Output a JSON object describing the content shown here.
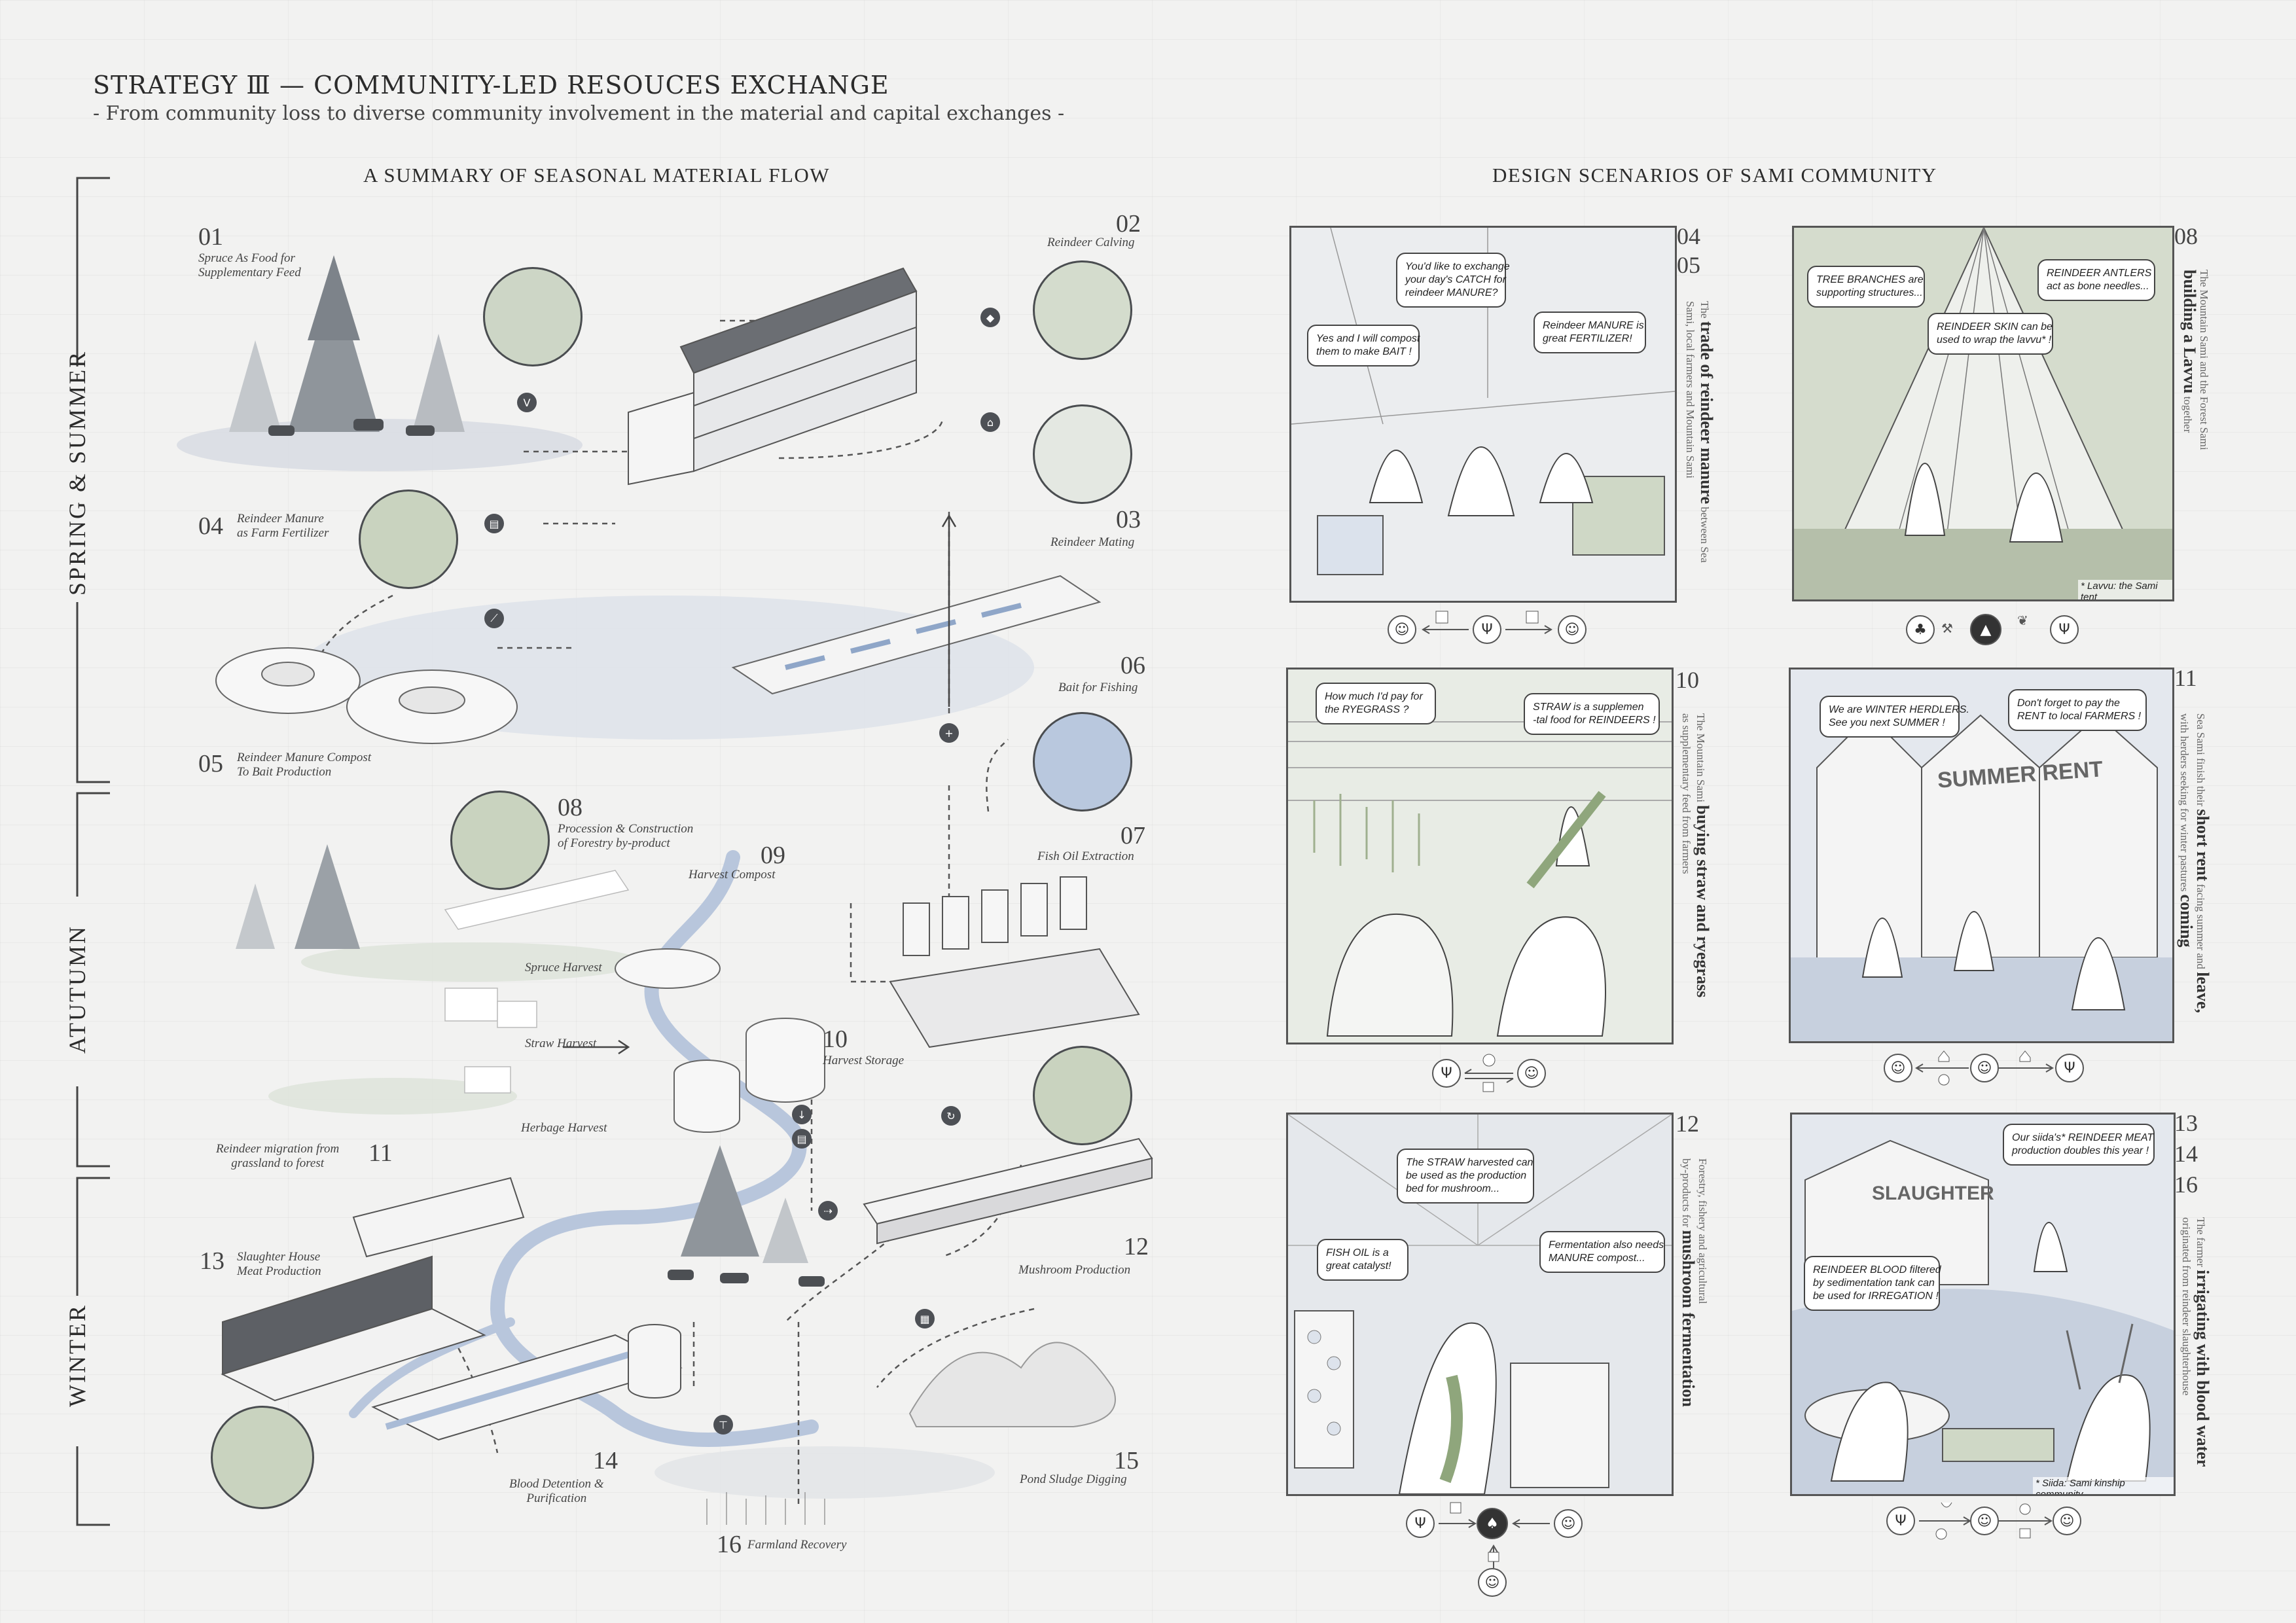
{
  "header": {
    "title": "STRATEGY Ⅲ — COMMUNITY-LED RESOUCES EXCHANGE",
    "subtitle": "- From community loss to diverse community involvement in the material and capital exchanges -"
  },
  "left": {
    "heading": "A SUMMARY OF SEASONAL MATERIAL FLOW",
    "seasons": [
      "SPRING & SUMMER",
      "ATUTUMN",
      "WINTER"
    ],
    "steps": [
      {
        "num": "01",
        "label": "Spruce As Food for\nSupplementary Feed"
      },
      {
        "num": "02",
        "label": "Reindeer Calving"
      },
      {
        "num": "03",
        "label": "Reindeer Mating"
      },
      {
        "num": "04",
        "label": "Reindeer Manure\nas Farm Fertilizer"
      },
      {
        "num": "05",
        "label": "Reindeer Manure Compost\nTo Bait Production"
      },
      {
        "num": "06",
        "label": "Bait for Fishing"
      },
      {
        "num": "07",
        "label": "Fish Oil Extraction"
      },
      {
        "num": "08",
        "label": "Procession & Construction\nof Forestry by-product"
      },
      {
        "num": "09",
        "label": "Harvest Compost"
      },
      {
        "num": "10",
        "label": "Harvest Storage"
      },
      {
        "num": "11",
        "label": "Reindeer migration from\ngrassland to forest"
      },
      {
        "num": "12",
        "label": "Mushroom Production"
      },
      {
        "num": "13",
        "label": "Slaughter House\nMeat Production"
      },
      {
        "num": "14",
        "label": "Blood Detention &\nPurification"
      },
      {
        "num": "15",
        "label": "Pond Sludge Digging"
      },
      {
        "num": "16",
        "label": "Farmland Recovery"
      }
    ],
    "harvest_labels": [
      "Spruce Harvest",
      "Straw Harvest",
      "Herbage Harvest"
    ]
  },
  "right": {
    "heading": "DESIGN SCENARIOS OF SAMI COMMUNITY",
    "panels": [
      {
        "nums": [
          "04",
          "05"
        ],
        "side_lead": "The",
        "side_bold": "trade of reindeer manure",
        "side_rest": "between Sea",
        "side_line2": "Sami, local farmers and Mountain Sami",
        "bubbles": [
          "You'd like to exchange\nyour day's CATCH for\nreindeer MANURE?",
          "Yes and I will compost\nthem to make BAIT !",
          "Reindeer MANURE is\ngreat FERTILIZER!"
        ]
      },
      {
        "nums": [
          "08"
        ],
        "side_lead": "The Mountain Sami and the Forest Sami",
        "side_bold": "building a Lavvu",
        "side_rest": "together",
        "side_line2": "",
        "bubbles": [
          "TREE BRANCHES are\nsupporting structures...",
          "REINDEER ANTLERS\nact as bone needles...",
          "REINDEER SKIN can be\nused to wrap the lavvu* !"
        ],
        "caption": "* Lavvu: the Sami tent"
      },
      {
        "nums": [
          "10"
        ],
        "side_lead": "The Mountain Sami",
        "side_bold": "buying straw and ryegrass",
        "side_rest": "",
        "side_line2": "as supplementary feed from farmers",
        "bubbles": [
          "How much I'd pay for\nthe RYEGRASS ?",
          "STRAW is a supplemen\n-tal food for REINDEERS !"
        ]
      },
      {
        "nums": [
          "11"
        ],
        "side_lead": "Sea Sami finish their",
        "side_bold": "short rent",
        "side_rest": "facing summer and",
        "side_bold2": "leave,",
        "side_line2": "with herders seeking for winter pastures",
        "side_bold3": "coming",
        "bubbles": [
          "We are WINTER HERDLERS.\nSee you next SUMMER !",
          "Don't forget to pay the\nRENT to local FARMERS !"
        ],
        "sign": "SUMMER RENT"
      },
      {
        "nums": [
          "12"
        ],
        "side_lead": "Forestry, fishery and agricultural",
        "side_bold": "mushroom fermentation",
        "side_rest": "",
        "side_line2": "by-products for",
        "bubbles": [
          "The STRAW harvested can\nbe used as the production\nbed for mushroom...",
          "FISH OIL is a\ngreat catalyst!",
          "Fermentation also needs\nMANURE compost..."
        ]
      },
      {
        "nums": [
          "13",
          "14",
          "16"
        ],
        "side_lead": "The farmer",
        "side_bold": "irrigating with blood water",
        "side_rest": "",
        "side_line2": "originated from reindeer slaughterhouse",
        "bubbles": [
          "Our siida's* REINDEER MEAT\nproduction doubles this year !",
          "REINDEER BLOOD filtered\nby sedimentation tank can\nbe used for IRREGATION !"
        ],
        "sign": "SLAUGHTER",
        "caption": "* Siida: Sami kinship community"
      }
    ]
  },
  "colors": {
    "accent_blue": "#b9c8de",
    "accent_green": "#c9d3bf",
    "ink": "#333333"
  }
}
